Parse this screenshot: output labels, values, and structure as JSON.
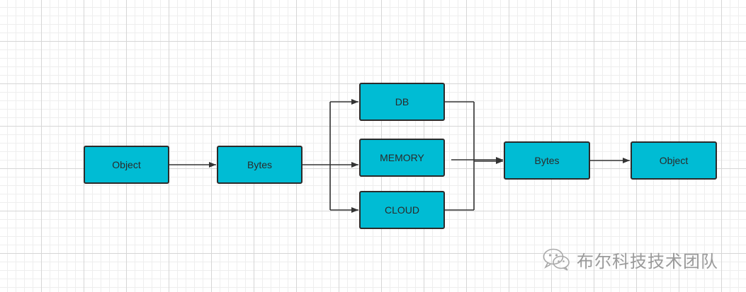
{
  "theme": {
    "node_fill": "#00bcd4",
    "node_border": "#2b2b2b",
    "connector": "#333333",
    "grid_major": "#d6d6d6",
    "grid_minor": "#eeeeee",
    "background": "#ffffff"
  },
  "nodes": {
    "object_left": "Object",
    "bytes_left": "Bytes",
    "db": "DB",
    "memory": "MEMORY",
    "cloud": "CLOUD",
    "bytes_right": "Bytes",
    "object_right": "Object"
  },
  "watermark": {
    "icon": "wechat-icon",
    "text": "布尔科技技术团队"
  }
}
